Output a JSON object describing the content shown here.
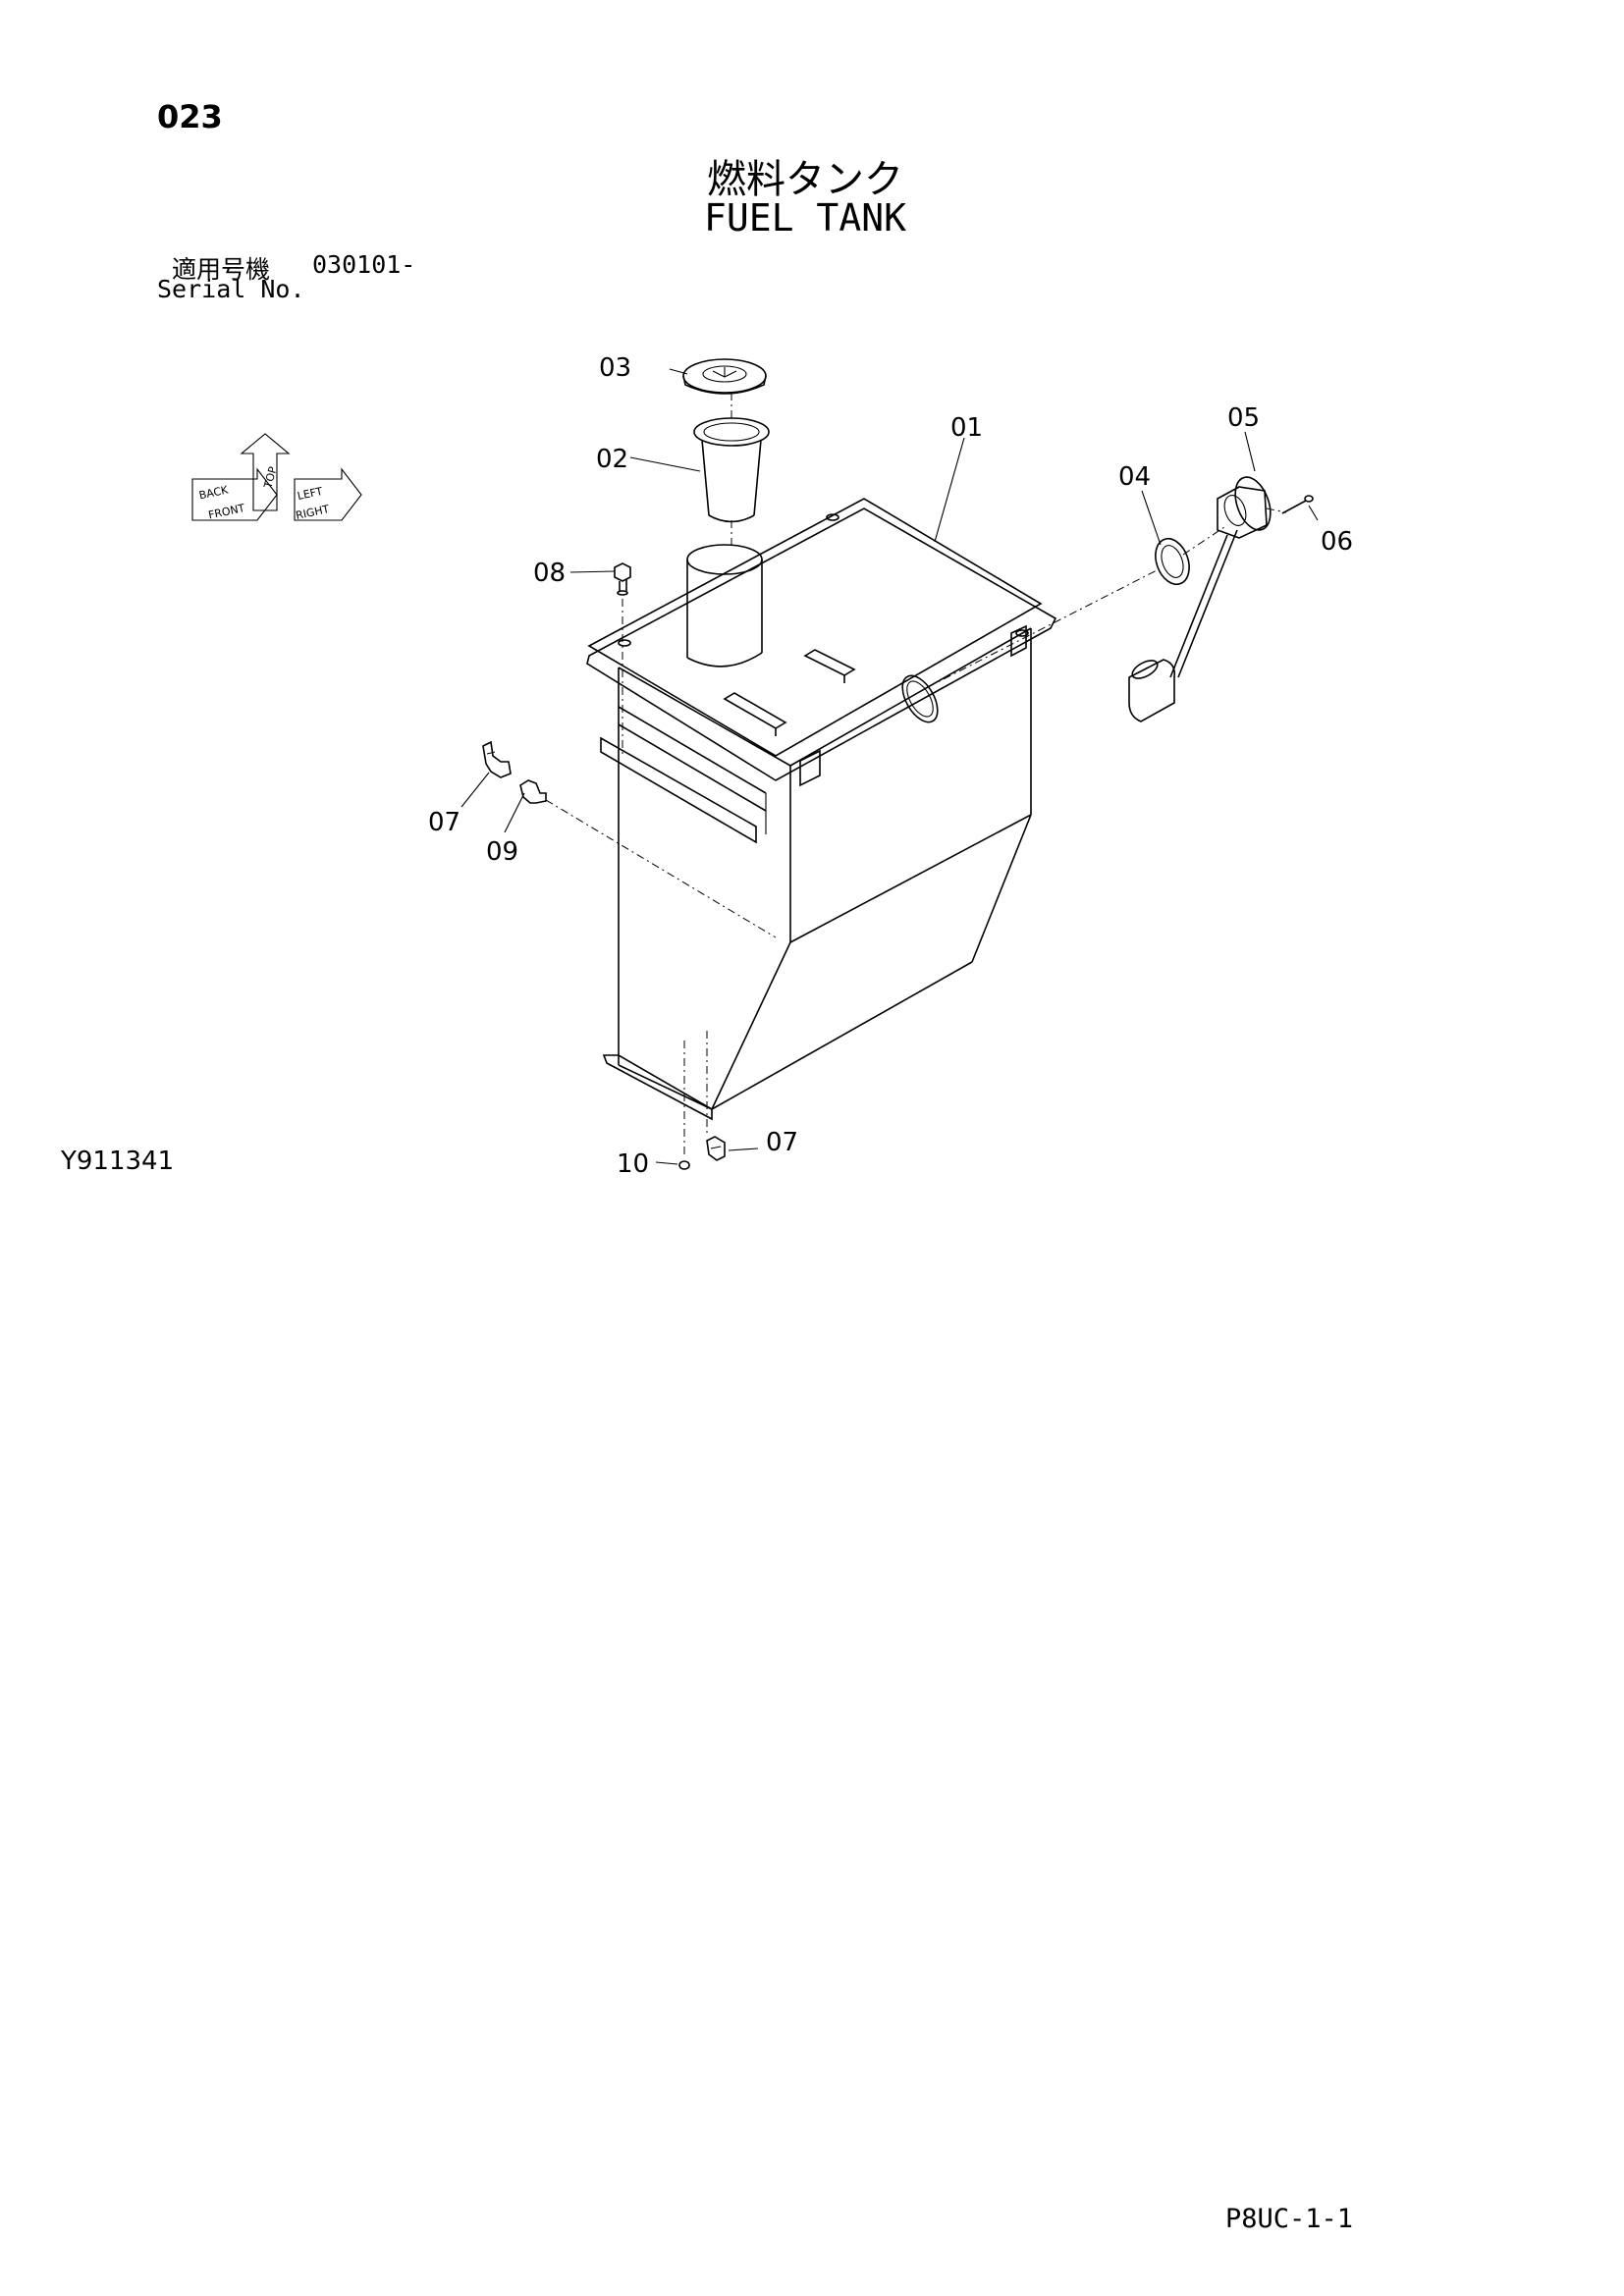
{
  "header": {
    "page_number": "023",
    "title_ja": "燃料タンク",
    "title_en": "FUEL TANK",
    "serial_label_ja": "適用号機",
    "serial_value": "030101-",
    "serial_label_en": "Serial No."
  },
  "orientation_icon": {
    "labels": [
      "BACK",
      "TOP",
      "LEFT",
      "FRONT",
      "RIGHT"
    ]
  },
  "callouts": [
    "01",
    "02",
    "03",
    "04",
    "05",
    "06",
    "07",
    "08",
    "09",
    "07",
    "10"
  ],
  "footer": {
    "drawing_code": "Y911341",
    "page_code": "P8UC-1-1"
  }
}
